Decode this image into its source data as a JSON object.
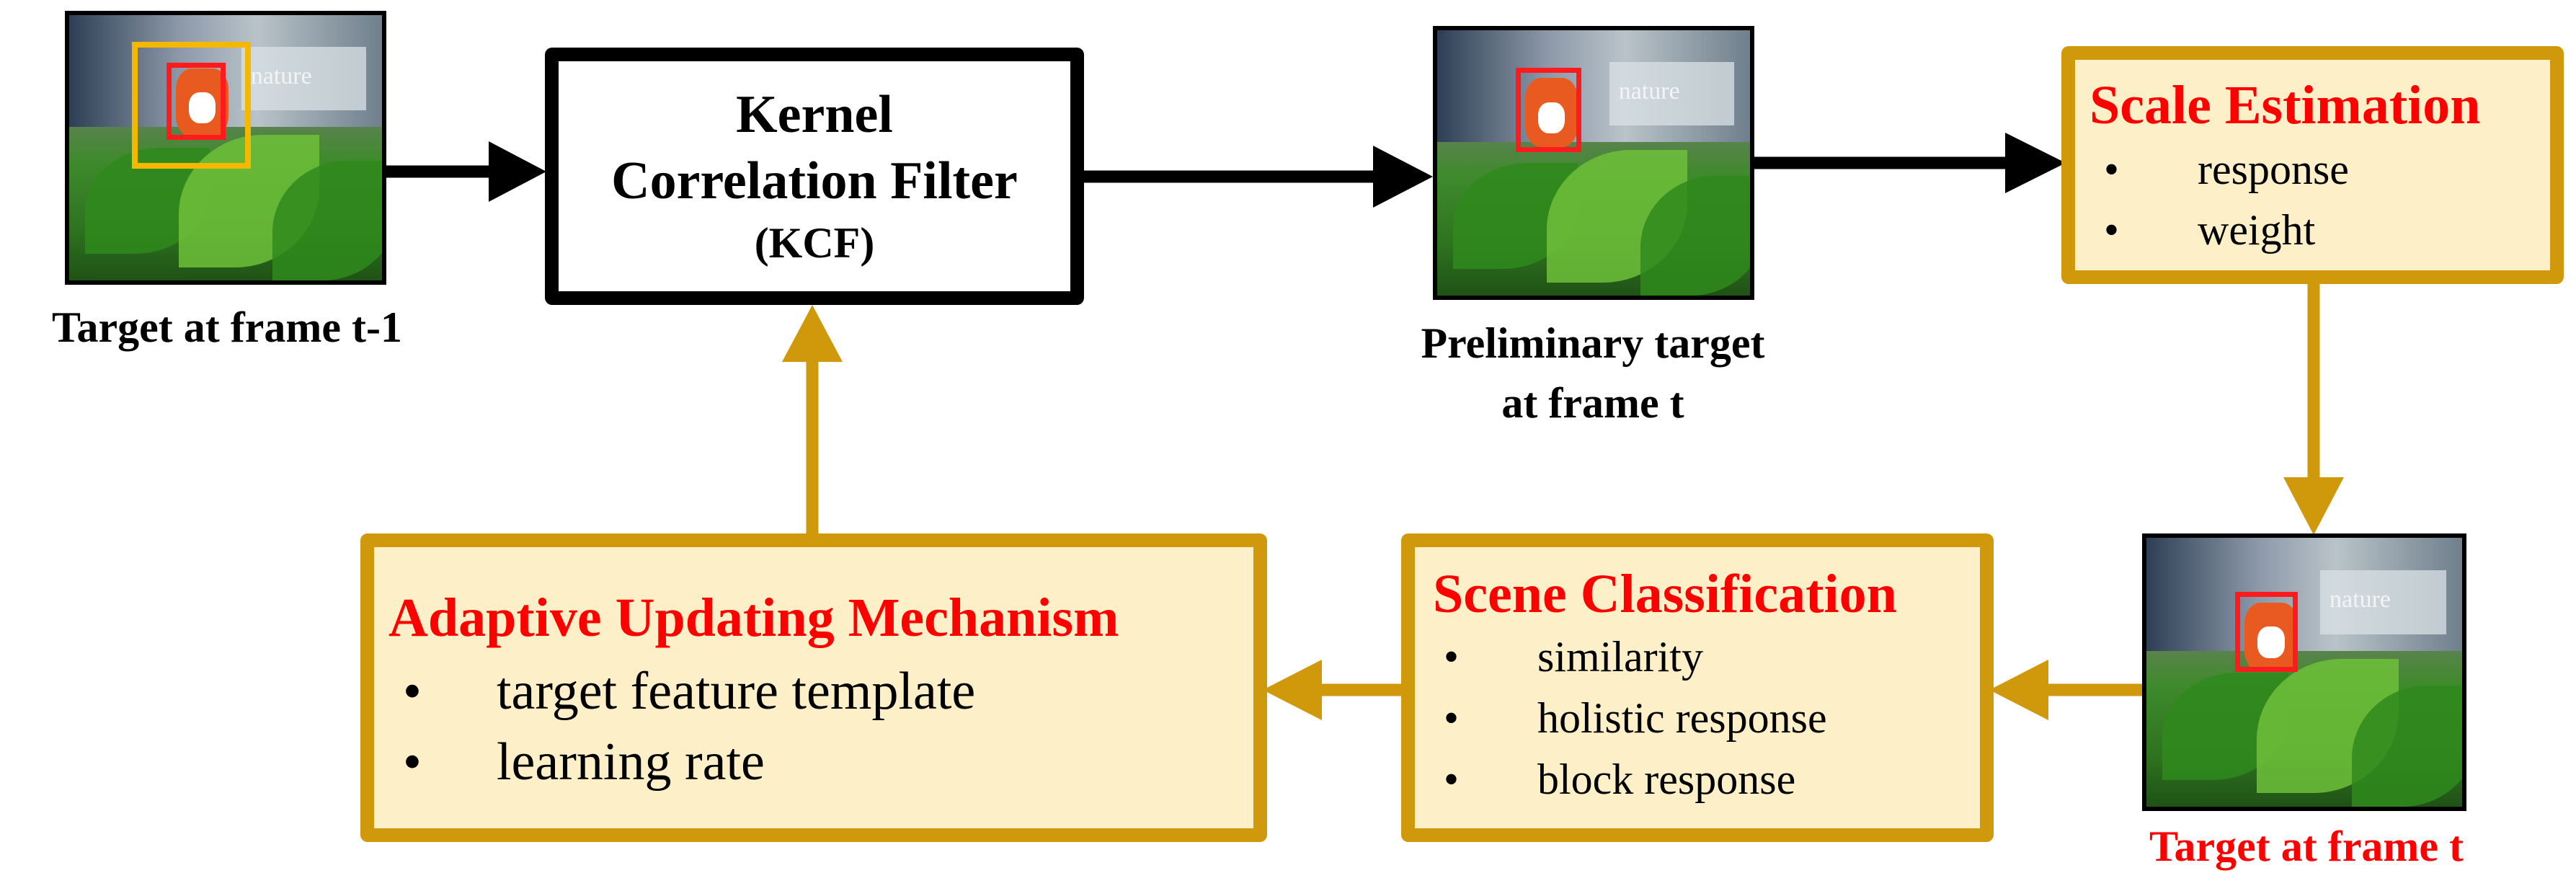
{
  "colors": {
    "gold": "#d0990c",
    "box_fill": "#fdf0c8",
    "title_red": "#ff0000",
    "black": "#000000"
  },
  "frames": {
    "t_minus_1": {
      "caption": "Target at frame t-1",
      "overlay_word": "nature"
    },
    "preliminary": {
      "caption_line1": "Preliminary target",
      "caption_line2": "at frame t",
      "overlay_word": "nature"
    },
    "final": {
      "caption": "Target at frame t",
      "overlay_word": "nature"
    }
  },
  "kcf": {
    "line1": "Kernel",
    "line2": "Correlation Filter",
    "line3": "(KCF)"
  },
  "scale_estimation": {
    "title": "Scale Estimation",
    "bullet": "•",
    "items": [
      "response",
      "weight"
    ]
  },
  "scene_classification": {
    "title": "Scene Classification",
    "bullet": "•",
    "items": [
      "similarity",
      "holistic response",
      "block response"
    ]
  },
  "adaptive_updating": {
    "title": "Adaptive Updating Mechanism",
    "bullet": "•",
    "items": [
      "target feature template",
      "learning rate"
    ]
  }
}
